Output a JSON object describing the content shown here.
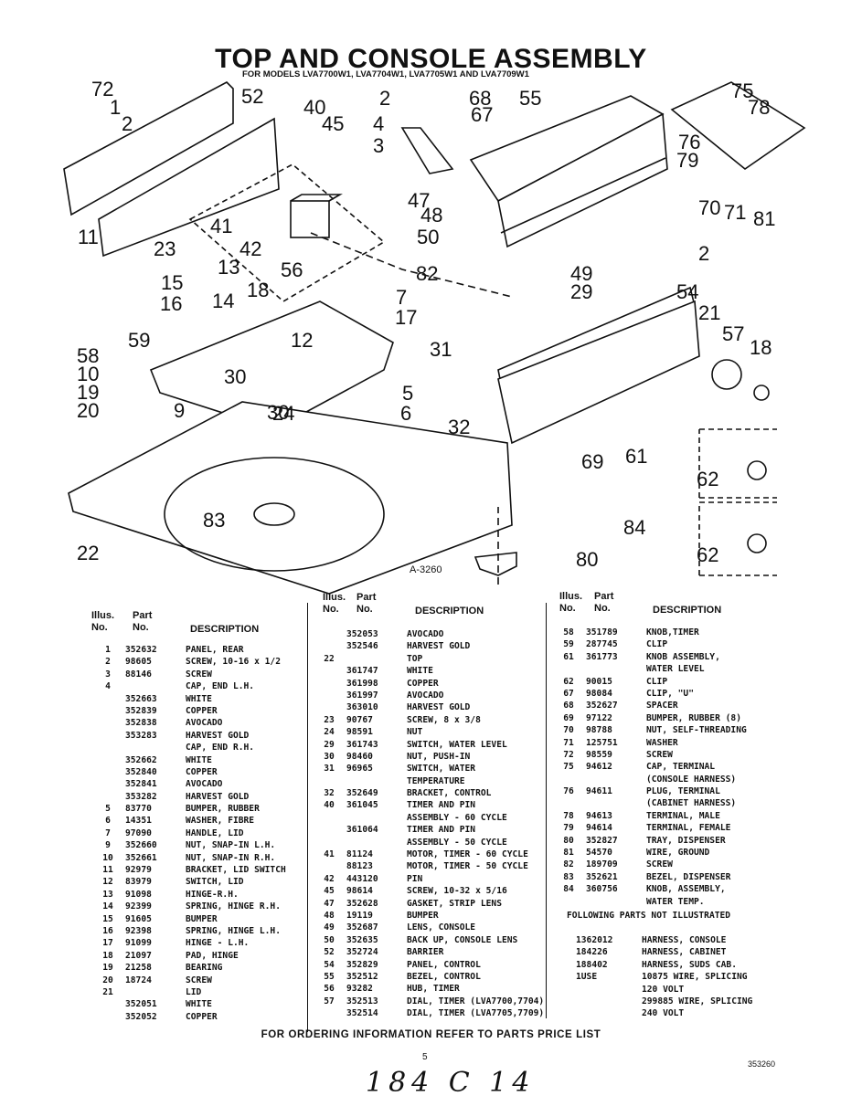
{
  "title": "TOP AND CONSOLE ASSEMBLY",
  "subtitle": "FOR MODELS LVA7700W1, LVA7704W1, LVA7705W1 AND LVA7709W1",
  "diagram_ref": "A-3260",
  "callouts": [
    "72",
    "1",
    "2",
    "52",
    "40",
    "45",
    "2",
    "68",
    "67",
    "55",
    "75",
    "78",
    "4",
    "3",
    "76",
    "79",
    "11",
    "41",
    "47",
    "48",
    "23",
    "42",
    "50",
    "70",
    "71",
    "81",
    "56",
    "2",
    "15",
    "13",
    "82",
    "49",
    "16",
    "14",
    "18",
    "7",
    "29",
    "54",
    "17",
    "21",
    "57",
    "59",
    "18",
    "31",
    "58",
    "12",
    "10",
    "30",
    "19",
    "5",
    "20",
    "24",
    "6",
    "30",
    "9",
    "32",
    "69",
    "61",
    "62",
    "84",
    "83",
    "62",
    "22",
    "80"
  ],
  "table_headers": {
    "illus_no": [
      "Illus.",
      "No."
    ],
    "part_no": [
      "Part",
      "No."
    ],
    "description": "DESCRIPTION"
  },
  "col1": [
    [
      "1",
      "352632",
      "PANEL, REAR"
    ],
    [
      "2",
      "98605",
      "SCREW, 10-16 x 1/2"
    ],
    [
      "3",
      "88146",
      "SCREW"
    ],
    [
      "4",
      "",
      "CAP, END L.H."
    ],
    [
      "",
      "352663",
      "WHITE"
    ],
    [
      "",
      "352839",
      "COPPER"
    ],
    [
      "",
      "352838",
      "AVOCADO"
    ],
    [
      "",
      "353283",
      "HARVEST GOLD"
    ],
    [
      "",
      "",
      "CAP, END R.H."
    ],
    [
      "",
      "352662",
      "WHITE"
    ],
    [
      "",
      "352840",
      "COPPER"
    ],
    [
      "",
      "352841",
      "AVOCADO"
    ],
    [
      "",
      "353282",
      "HARVEST GOLD"
    ],
    [
      "5",
      "83770",
      "BUMPER, RUBBER"
    ],
    [
      "6",
      "14351",
      "WASHER, FIBRE"
    ],
    [
      "7",
      "97090",
      "HANDLE, LID"
    ],
    [
      "9",
      "352660",
      "NUT, SNAP-IN L.H."
    ],
    [
      "10",
      "352661",
      "NUT, SNAP-IN R.H."
    ],
    [
      "11",
      "92979",
      "BRACKET, LID SWITCH"
    ],
    [
      "12",
      "83979",
      "SWITCH, LID"
    ],
    [
      "13",
      "91098",
      "HINGE-R.H."
    ],
    [
      "14",
      "92399",
      "SPRING, HINGE R.H."
    ],
    [
      "15",
      "91605",
      "BUMPER"
    ],
    [
      "16",
      "92398",
      "SPRING, HINGE L.H."
    ],
    [
      "17",
      "91099",
      "HINGE - L.H."
    ],
    [
      "18",
      "21097",
      "PAD, HINGE"
    ],
    [
      "19",
      "21258",
      "BEARING"
    ],
    [
      "20",
      "18724",
      "SCREW"
    ],
    [
      "21",
      "",
      "LID"
    ],
    [
      "",
      "352051",
      "WHITE"
    ],
    [
      "",
      "352052",
      "COPPER"
    ]
  ],
  "col2": [
    [
      "",
      "352053",
      "AVOCADO"
    ],
    [
      "",
      "352546",
      "HARVEST GOLD"
    ],
    [
      "22",
      "",
      "TOP"
    ],
    [
      "",
      "361747",
      "WHITE"
    ],
    [
      "",
      "361998",
      "COPPER"
    ],
    [
      "",
      "361997",
      "AVOCADO"
    ],
    [
      "",
      "363010",
      "HARVEST GOLD"
    ],
    [
      "23",
      "90767",
      "SCREW, 8 x 3/8"
    ],
    [
      "24",
      "98591",
      "NUT"
    ],
    [
      "29",
      "361743",
      "SWITCH, WATER LEVEL"
    ],
    [
      "30",
      "98460",
      "NUT, PUSH-IN"
    ],
    [
      "31",
      "96965",
      "SWITCH, WATER"
    ],
    [
      "",
      "",
      "TEMPERATURE"
    ],
    [
      "32",
      "352649",
      "BRACKET, CONTROL"
    ],
    [
      "40",
      "361045",
      "TIMER AND PIN"
    ],
    [
      "",
      "",
      "ASSEMBLY - 60 CYCLE"
    ],
    [
      "",
      "361064",
      "TIMER AND PIN"
    ],
    [
      "",
      "",
      "ASSEMBLY - 50 CYCLE"
    ],
    [
      "41",
      "81124",
      "MOTOR, TIMER - 60 CYCLE"
    ],
    [
      "",
      "88123",
      "MOTOR, TIMER - 50 CYCLE"
    ],
    [
      "42",
      "443120",
      "PIN"
    ],
    [
      "45",
      "98614",
      "SCREW, 10-32 x 5/16"
    ],
    [
      "47",
      "352628",
      "GASKET, STRIP LENS"
    ],
    [
      "48",
      "19119",
      "BUMPER"
    ],
    [
      "49",
      "352687",
      "LENS, CONSOLE"
    ],
    [
      "50",
      "352635",
      "BACK UP, CONSOLE LENS"
    ],
    [
      "52",
      "352724",
      "BARRIER"
    ],
    [
      "54",
      "352829",
      "PANEL, CONTROL"
    ],
    [
      "55",
      "352512",
      "BEZEL, CONTROL"
    ],
    [
      "56",
      "93282",
      "HUB, TIMER"
    ],
    [
      "57",
      "352513",
      "DIAL, TIMER (LVA7700,7704)"
    ],
    [
      "",
      "352514",
      "DIAL, TIMER (LVA7705,7709)"
    ]
  ],
  "col3": [
    [
      "58",
      "351789",
      "KNOB,TIMER"
    ],
    [
      "59",
      "287745",
      "CLIP"
    ],
    [
      "61",
      "361773",
      "KNOB ASSEMBLY,"
    ],
    [
      "",
      "",
      "WATER LEVEL"
    ],
    [
      "62",
      "90015",
      "CLIP"
    ],
    [
      "67",
      "98084",
      "CLIP, \"U\""
    ],
    [
      "68",
      "352627",
      "SPACER"
    ],
    [
      "69",
      "97122",
      "BUMPER, RUBBER (8)"
    ],
    [
      "70",
      "98788",
      "NUT, SELF-THREADING"
    ],
    [
      "71",
      "125751",
      "WASHER"
    ],
    [
      "72",
      "98559",
      "SCREW"
    ],
    [
      "75",
      "94612",
      "CAP, TERMINAL"
    ],
    [
      "",
      "",
      "(CONSOLE HARNESS)"
    ],
    [
      "76",
      "94611",
      "PLUG, TERMINAL"
    ],
    [
      "",
      "",
      "(CABINET HARNESS)"
    ],
    [
      "78",
      "94613",
      "TERMINAL, MALE"
    ],
    [
      "79",
      "94614",
      "TERMINAL, FEMALE"
    ],
    [
      "80",
      "352827",
      "TRAY, DISPENSER"
    ],
    [
      "81",
      "54570",
      "WIRE, GROUND"
    ],
    [
      "82",
      "189709",
      "SCREW"
    ],
    [
      "83",
      "352621",
      "BEZEL, DISPENSER"
    ],
    [
      "84",
      "360756",
      "KNOB, ASSEMBLY,"
    ],
    [
      "",
      "",
      "WATER TEMP."
    ]
  ],
  "not_illustrated_heading": "FOLLOWING PARTS NOT ILLUSTRATED",
  "not_illustrated": [
    [
      "1362012",
      "HARNESS, CONSOLE"
    ],
    [
      "184226",
      "HARNESS, CABINET"
    ],
    [
      "188402",
      "HARNESS, SUDS CAB."
    ],
    [
      "1USE",
      "10875 WIRE, SPLICING"
    ],
    [
      "",
      "120 VOLT"
    ],
    [
      "",
      "299885 WIRE, SPLICING"
    ],
    [
      "",
      "240 VOLT"
    ]
  ],
  "footer": "FOR ORDERING INFORMATION REFER TO PARTS PRICE LIST",
  "page_number": "5",
  "doc_number": "353260",
  "handwritten": "184 C 14"
}
